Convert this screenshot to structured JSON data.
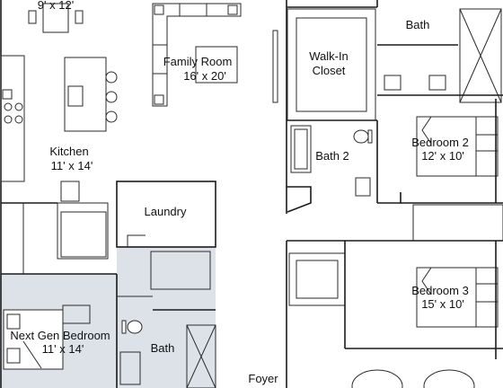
{
  "rooms": {
    "dining_dims": "9' x 12'",
    "family_name": "Family Room",
    "family_dims": "16' x 20'",
    "walkin_line1": "Walk-In",
    "walkin_line2": "Closet",
    "bath_top": "Bath",
    "kitchen_name": "Kitchen",
    "kitchen_dims": "11' x 14'",
    "bath2": "Bath 2",
    "bedroom2_name": "Bedroom 2",
    "bedroom2_dims": "12' x 10'",
    "laundry": "Laundry",
    "bedroom3_name": "Bedroom 3",
    "bedroom3_dims": "15' x 10'",
    "nextgen_name": "Next Gen Bedroom",
    "nextgen_dims": "11' x 14'",
    "bath_lower": "Bath",
    "foyer": "Foyer"
  },
  "colors": {
    "highlight_suite": "#dde2e8",
    "walls": "#1a1a1a"
  }
}
